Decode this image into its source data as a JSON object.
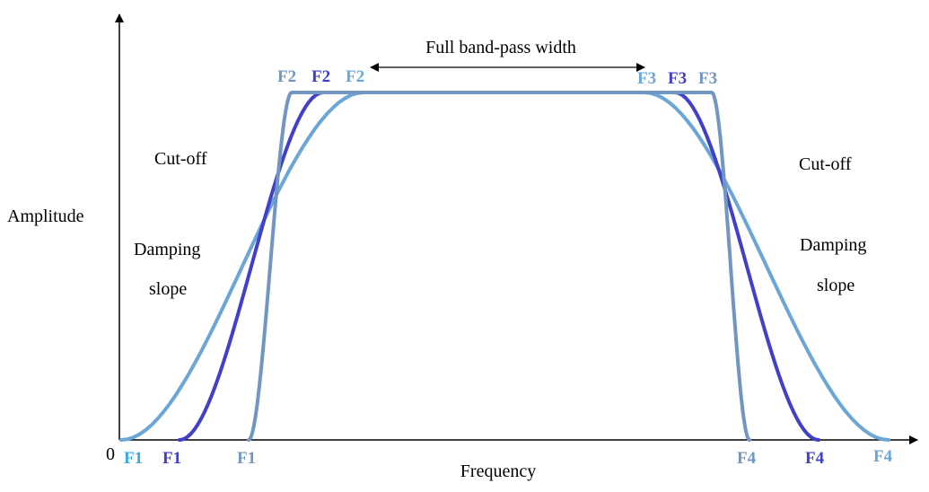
{
  "colors": {
    "light": "#6aa6d8",
    "medium": "#4040c8",
    "steel": "#7296c2",
    "f1_cyan": "#3aa8e0"
  },
  "labels": {
    "y_axis": "Amplitude",
    "x_axis": "Frequency",
    "origin": "0",
    "band_width": "Full band-pass width",
    "cutoff_left": "Cut-off",
    "cutoff_right": "Cut-off",
    "damping_left_1": "Damping",
    "damping_left_2": "slope",
    "damping_right_1": "Damping",
    "damping_right_2": "slope"
  },
  "ticks": {
    "bottom": [
      {
        "text": "F1",
        "color": "#3aa8e0"
      },
      {
        "text": "F1",
        "color": "#4040c8"
      },
      {
        "text": "F1",
        "color": "#7296c2"
      },
      {
        "text": "F4",
        "color": "#7296c2"
      },
      {
        "text": "F4",
        "color": "#4040c8"
      },
      {
        "text": "F4",
        "color": "#6aa6d8"
      }
    ],
    "top": [
      {
        "text": "F2",
        "color": "#7296c2"
      },
      {
        "text": "F2",
        "color": "#4040c8"
      },
      {
        "text": "F2",
        "color": "#6aa6d8"
      },
      {
        "text": "F3",
        "color": "#6aa6d8"
      },
      {
        "text": "F3",
        "color": "#4040c8"
      },
      {
        "text": "F3",
        "color": "#7296c2"
      }
    ]
  },
  "curves": [
    {
      "name": "wide-filter-curve",
      "color": "#6aa6d8"
    },
    {
      "name": "medium-filter-curve",
      "color": "#4040c8"
    },
    {
      "name": "steep-filter-curve",
      "color": "#7296c2"
    }
  ]
}
